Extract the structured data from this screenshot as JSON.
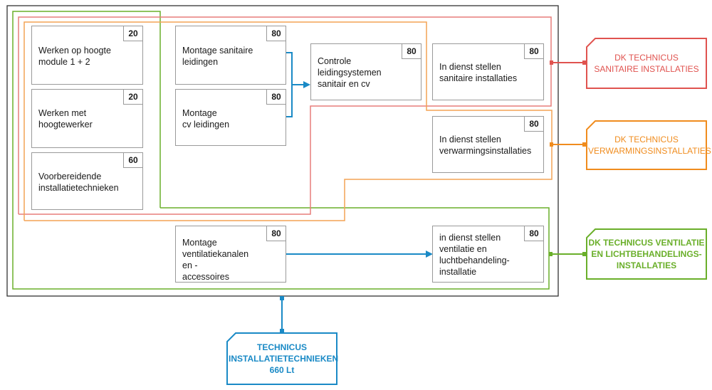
{
  "modules": [
    {
      "id": "werken-op-hoogte",
      "label": "Werken op hoogte\nmodule 1 + 2",
      "hours": "20"
    },
    {
      "id": "werken-met-hoogtewerker",
      "label": "Werken met\nhoogtewerker",
      "hours": "20"
    },
    {
      "id": "voorbereidende",
      "label": "Voorbereidende\ninstallatietechnieken",
      "hours": "60"
    },
    {
      "id": "montage-sanitaire",
      "label": "Montage sanitaire\nleidingen",
      "hours": "80"
    },
    {
      "id": "montage-cv",
      "label": "Montage\ncv leidingen",
      "hours": "80"
    },
    {
      "id": "controle",
      "label": "Controle\nleidingsystemen\nsanitair en cv",
      "hours": "80"
    },
    {
      "id": "dienst-sanitaire",
      "label": "In dienst stellen\nsanitaire installaties",
      "hours": "80"
    },
    {
      "id": "dienst-verwarming",
      "label": "In dienst stellen\nverwarmingsinstallaties",
      "hours": "80"
    },
    {
      "id": "montage-ventilatie",
      "label": "Montage\nventilatiekanalen en -\naccessoires",
      "hours": "80"
    },
    {
      "id": "dienst-ventilatie",
      "label": "in dienst stellen\nventilatie en\nluchtbehandeling-\ninstallatie",
      "hours": "80"
    }
  ],
  "qualifications": [
    {
      "id": "dk-sanitaire",
      "label": "DK TECHNICUS\nSANITAIRE INSTALLATIES",
      "color": "#e0534f"
    },
    {
      "id": "dk-verwarming",
      "label": "DK TECHNICUS\nVERWARMINGSINSTALLATIES",
      "color": "#f08c1e"
    },
    {
      "id": "dk-ventilatie",
      "label": "DK TECHNICUS VENTILATIE\nEN LICHTBEHANDELINGS-\nINSTALLATIES",
      "color": "#6aaf2a"
    },
    {
      "id": "technicus",
      "label": "TECHNICUS\nINSTALLATIETECHNIEKEN\n660 Lt",
      "color": "#1a8ac6"
    }
  ],
  "colors": {
    "blue": "#1a8ac6",
    "red": "#e0534f",
    "orange": "#f08c1e",
    "green": "#6aaf2a",
    "frame": "#333333",
    "box": "#9a9a9a"
  }
}
